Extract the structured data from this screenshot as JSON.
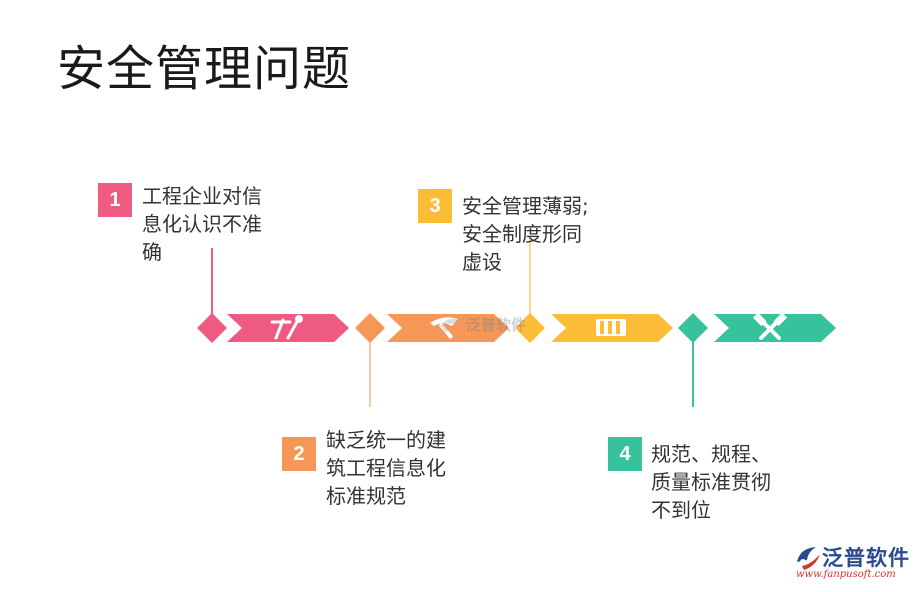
{
  "title": "安全管理问题",
  "steps": [
    {
      "number": "1",
      "text": "工程企业对信\n息化认识不准\n确",
      "color": "#ee5a80",
      "icon": "hammer-wrench-icon"
    },
    {
      "number": "2",
      "text": "缺乏统一的建\n筑工程信息化\n标准规范",
      "color": "#f59857",
      "icon": "hammer-icon"
    },
    {
      "number": "3",
      "text": "安全管理薄弱;\n安全制度形同\n虚设",
      "color": "#fbbd36",
      "icon": "barrier-icon"
    },
    {
      "number": "4",
      "text": "规范、规程、\n质量标准贯彻\n不到位",
      "color": "#36c39b",
      "icon": "crossed-hammers-icon"
    }
  ],
  "watermark": {
    "text": "泛普软件"
  },
  "logo": {
    "brand": "泛普软件",
    "url": "www.fanpusoft.com"
  }
}
